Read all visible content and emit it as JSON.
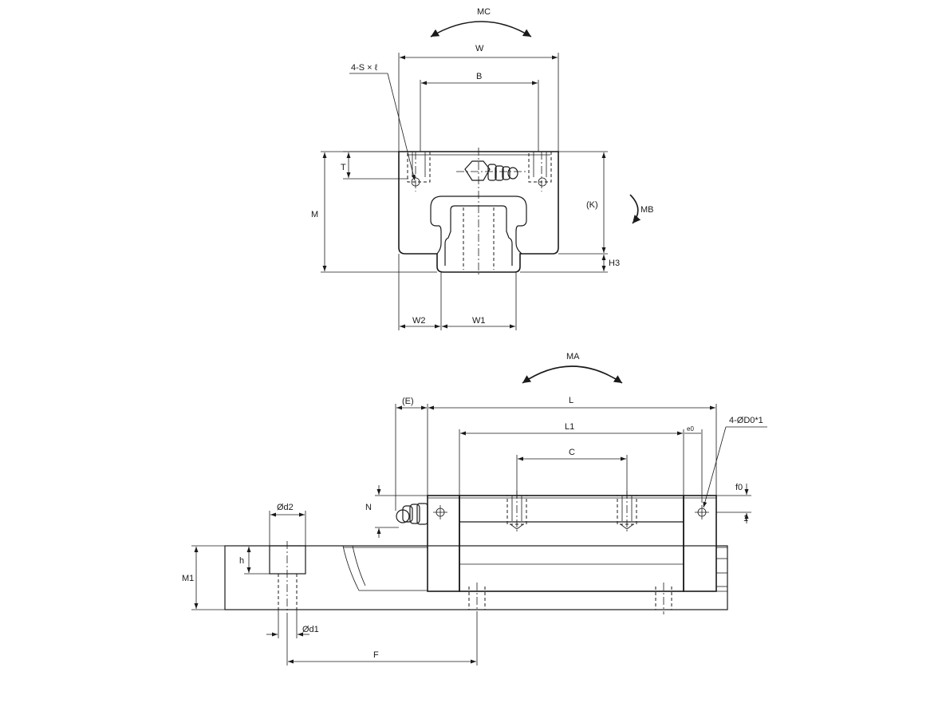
{
  "end_view": {
    "labels": {
      "mc": "MC",
      "w": "W",
      "b": "B",
      "s_thread": "4-S × ℓ",
      "t": "T",
      "m": "M",
      "k": "(K)",
      "mb": "MB",
      "h3": "H3",
      "w2": "W2",
      "w1": "W1"
    }
  },
  "side_view": {
    "labels": {
      "ma": "MA",
      "e": "(E)",
      "l": "L",
      "l1": "L1",
      "e0": "e0",
      "d0": "4-ØD0*1",
      "c": "C",
      "f0": "f0",
      "n": "N",
      "one": "1",
      "d2": "Ød2",
      "h": "h",
      "m1": "M1",
      "d1": "Ød1",
      "f": "F"
    }
  }
}
